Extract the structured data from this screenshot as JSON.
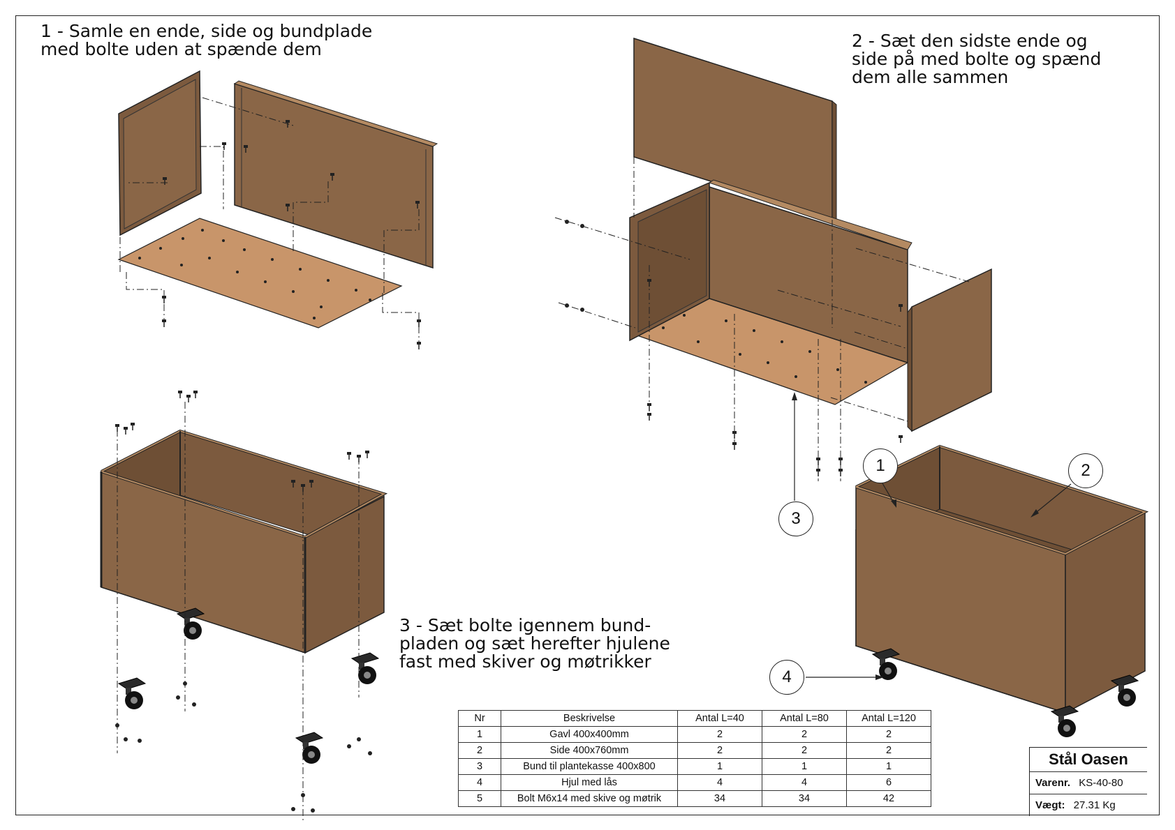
{
  "steps": {
    "step1": "1 - Samle en ende, side og bundplade\nmed bolte uden at spænde dem",
    "step2": "2 - Sæt den sidste ende og\nside på med bolte og spænd\ndem alle sammen",
    "step3": "3 - Sæt bolte igennem bund-\npladen og sæt herefter hjulene\nfast med skiver og møtrikker"
  },
  "callouts": [
    "1",
    "2",
    "3",
    "4"
  ],
  "bom": {
    "headers": [
      "Nr",
      "Beskrivelse",
      "Antal L=40",
      "Antal L=80",
      "Antal L=120"
    ],
    "rows": [
      [
        "1",
        "Gavl 400x400mm",
        "2",
        "2",
        "2"
      ],
      [
        "2",
        "Side 400x760mm",
        "2",
        "2",
        "2"
      ],
      [
        "3",
        "Bund til plantekasse 400x800",
        "1",
        "1",
        "1"
      ],
      [
        "4",
        "Hjul med lås",
        "4",
        "4",
        "6"
      ],
      [
        "5",
        "Bolt M6x14 med skive og møtrik",
        "34",
        "34",
        "42"
      ]
    ]
  },
  "titleblock": {
    "name": "Stål Oasen",
    "varenr_label": "Varenr.",
    "varenr": "KS-40-80",
    "weight_label": "Vægt:",
    "weight": "27.31 Kg"
  },
  "colors": {
    "panel_face": "#8a6647",
    "panel_dark": "#6e4f35",
    "panel_light": "#b48a62",
    "floor": "#c8956a",
    "line": "#1a1a1a"
  }
}
